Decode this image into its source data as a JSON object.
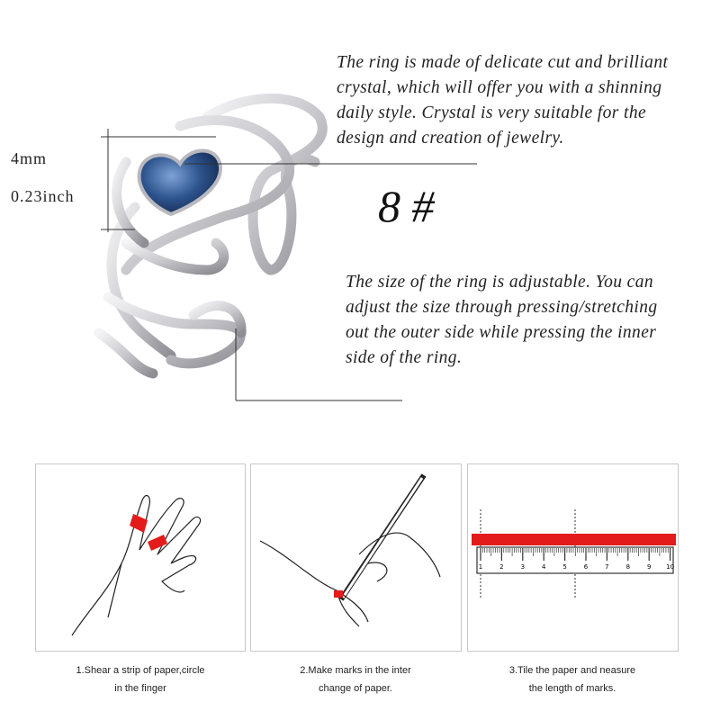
{
  "description_top": [
    "The ring is made of delicate cut and brilliant",
    "crystal, which will offer you with a shinning",
    "daily style. Crystal is very suitable for the",
    "design and creation of jewelry."
  ],
  "size_label": "8 #",
  "description_bottom": [
    "The size of the ring is adjustable. You can",
    "adjust the size through pressing/stretching",
    "out the outer side while pressing the inner",
    "side of the ring."
  ],
  "dimension": {
    "mm": "4mm",
    "inch": "0.23inch"
  },
  "steps": [
    {
      "line1": "1.Shear a strip of paper,circle",
      "line2": "in the finger"
    },
    {
      "line1": "2.Make marks in the inter",
      "line2": "change of paper."
    },
    {
      "line1": "3.Tile the paper and neasure",
      "line2": "the length of marks."
    }
  ],
  "ruler_labels": [
    "1",
    "2",
    "3",
    "4",
    "5",
    "6",
    "7",
    "8",
    "9",
    "10"
  ],
  "colors": {
    "crystal": "#2b4f86",
    "paper_strip": "#e31b1b",
    "silver": "#d9d9dc"
  }
}
